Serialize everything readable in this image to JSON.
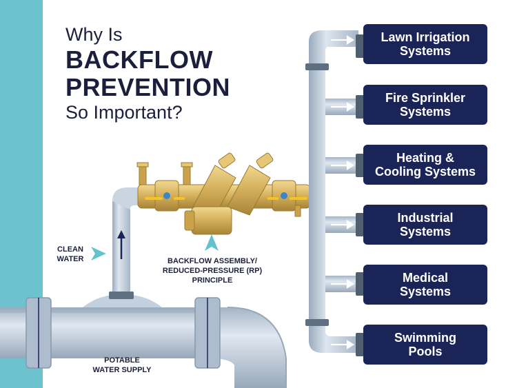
{
  "title": {
    "line1": "Why Is",
    "line2": "BACKFLOW",
    "line3": "PREVENTION",
    "line4": "So Important?"
  },
  "labels": {
    "clean_water": "CLEAN\nWATER",
    "backflow_assembly": "BACKFLOW ASSEMBLY/\nREDUCED-PRESSURE (RP)\nPRINCIPLE",
    "potable_supply": "POTABLE\nWATER SUPPLY"
  },
  "destinations": [
    "Lawn Irrigation\nSystems",
    "Fire Sprinkler\nSystems",
    "Heating &\nCooling Systems",
    "Industrial\nSystems",
    "Medical\nSystems",
    "Swimming\nPools"
  ],
  "colors": {
    "side_band": "#6cc3cf",
    "navy": "#1b2457",
    "pipe": "#b9c7d6",
    "pipe_dark": "#8d9fb2",
    "brass": "#d4b05a",
    "arrow": "#62c3cf"
  }
}
